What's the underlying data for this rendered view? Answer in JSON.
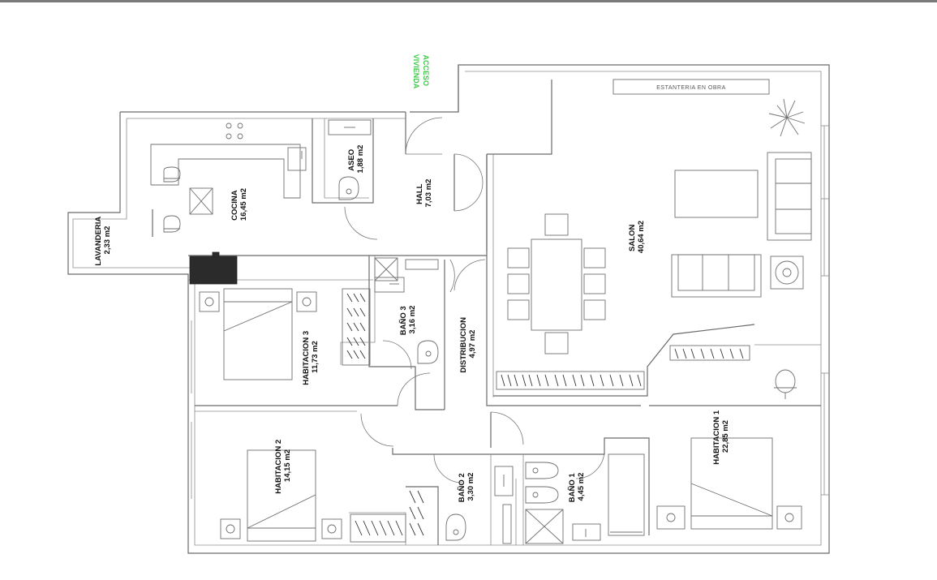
{
  "rooms": [
    {
      "id": "lavanderia",
      "name": "LAVANDERIA",
      "area": "2,33 m2"
    },
    {
      "id": "cocina",
      "name": "COCINA",
      "area": "16,45 m2"
    },
    {
      "id": "aseo",
      "name": "ASEO",
      "area": "1,88 m2"
    },
    {
      "id": "hall",
      "name": "HALL",
      "area": "7,03 m2"
    },
    {
      "id": "salon",
      "name": "SALON",
      "area": "40,64 m2"
    },
    {
      "id": "habitacion3",
      "name": "HABITACION 3",
      "area": "11,73 m2"
    },
    {
      "id": "bano3",
      "name": "BAÑO 3",
      "area": "3,16 m2"
    },
    {
      "id": "distribucion",
      "name": "DISTRIBUCION",
      "area": "4,97 m2"
    },
    {
      "id": "habitacion2",
      "name": "HABITACION 2",
      "area": "14,15 m2"
    },
    {
      "id": "bano2",
      "name": "BAÑO 2",
      "area": "3,30 m2"
    },
    {
      "id": "bano1",
      "name": "BAÑO 1",
      "area": "4,45 m2"
    },
    {
      "id": "habitacion1",
      "name": "HABITACION 1",
      "area": "22,85 m2"
    }
  ],
  "annotations": {
    "entrance_line1": "ACCESO",
    "entrance_line2": "VIVIENDA",
    "shelving": "ESTANTERIA EN OBRA"
  },
  "colors": {
    "entrance": "#3ec94a",
    "walls": "#6b6b6b"
  }
}
